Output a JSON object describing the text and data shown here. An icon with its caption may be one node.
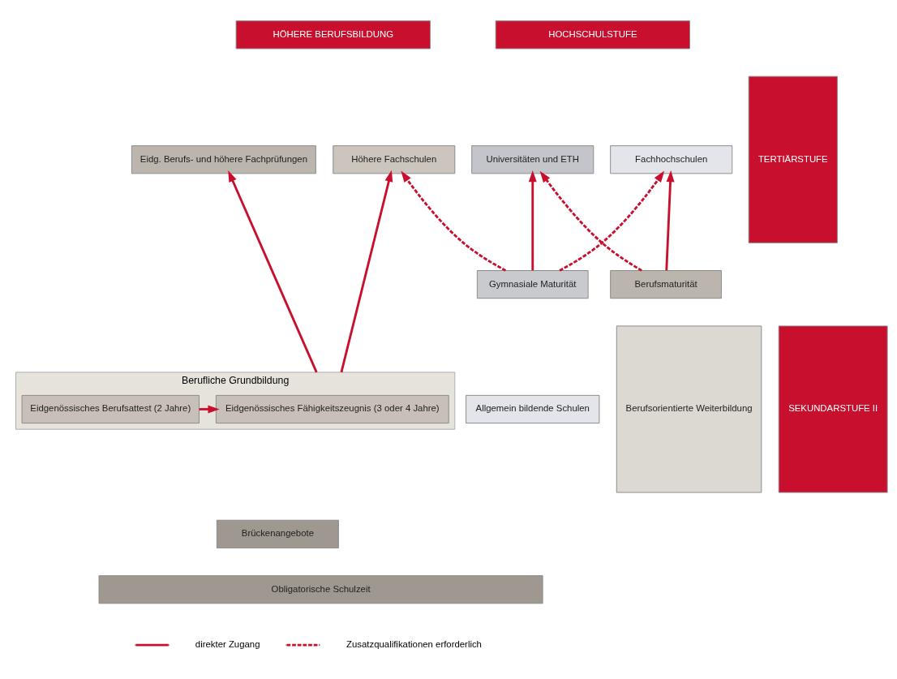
{
  "diagram": {
    "nodes": [
      {
        "text": [
          "HÖHERE BERUFSBILDUNG"
        ]
      },
      {
        "text": [
          "HOCHSCHULSTUFE"
        ]
      },
      {
        "text": [
          "Eidg. Berufs- und höhere Fachprüfungen"
        ]
      },
      {
        "text": [
          "Höhere Fachschulen"
        ]
      },
      {
        "text": [
          "Fachhochschulen"
        ]
      },
      {
        "text": [
          "Universitäten und ETH"
        ]
      },
      {
        "text": [
          "Berufsmaturität"
        ]
      },
      {
        "text": [
          "Gymnasiale Maturität"
        ]
      },
      {
        "text": [
          "Berufliche Grundbildung"
        ]
      },
      {
        "text": [
          "Eidgenössisches Berufsattest (2 Jahre)"
        ],
        "in": 8
      },
      {
        "text": [
          "Eidgenössisches Fähigkeitszeugnis (3 oder 4 Jahre)"
        ],
        "in": 8
      },
      {
        "text": [
          "Allgemein bildende Schulen"
        ]
      },
      {
        "text": [
          "Brückenangebote"
        ]
      },
      {
        "text": [
          "Obligatorische Schulzeit"
        ]
      },
      {
        "text": [
          "Berufsorientierte Weiterbildung"
        ]
      },
      {
        "text": [
          "TERTIÄRSTUFE"
        ]
      },
      {
        "text": [
          "SEKUNDARSTUFE II"
        ]
      }
    ],
    "edges": [
      {
        "from": 8,
        "to": 2,
        "arrow": "to"
      },
      {
        "from": 8,
        "to": 3,
        "arrow": "to"
      },
      {
        "from": 7,
        "to": 3,
        "arrow": "to",
        "style": "dashed"
      },
      {
        "from": 6,
        "to": 4,
        "arrow": "to"
      },
      {
        "from": 7,
        "to": 4,
        "arrow": "to",
        "style": "dashed"
      },
      {
        "from": 6,
        "to": 5,
        "arrow": "to",
        "style": "dashed"
      },
      {
        "from": 7,
        "to": 5,
        "arrow": "to"
      },
      {
        "from": 9,
        "to": 10,
        "arrow": "to"
      }
    ],
    "legend": [
      {
        "text": "direkter Zugang"
      },
      {
        "text": "Zusatzqualifikationen erforderlich"
      }
    ]
  }
}
